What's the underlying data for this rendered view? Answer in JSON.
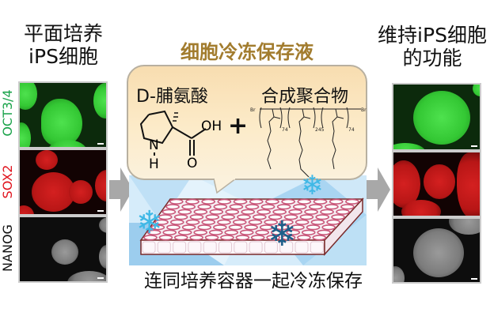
{
  "left": {
    "title_line1": "平面培养",
    "title_line2": "iPS细胞",
    "labels": [
      {
        "text": "OCT3/4",
        "color": "#1aa34a"
      },
      {
        "text": "SOX2",
        "color": "#e0141e"
      },
      {
        "text": "NANOG",
        "color": "#111111"
      }
    ]
  },
  "center": {
    "title": "细胞冷冻保存液",
    "title_color": "#a27c2e",
    "component1": "D-脯氨酸",
    "component2": "合成聚合物",
    "plus": "+",
    "proline": {
      "oh": "OH",
      "o": "O",
      "n": "N",
      "h": "H"
    },
    "polymer": {
      "end_left": "Br",
      "end_right": "Br",
      "n1": "74",
      "n2": "245",
      "n3": "74"
    },
    "caption": "连同培养容器一起冷冻保存",
    "plate_well_color": "#c9577a",
    "snow_colors": [
      "#3fb8e6",
      "#1f5f8a"
    ]
  },
  "right": {
    "title_line1": "维持iPS细胞",
    "title_line2": "的功能"
  },
  "arrow_color": "#a8a8a8"
}
